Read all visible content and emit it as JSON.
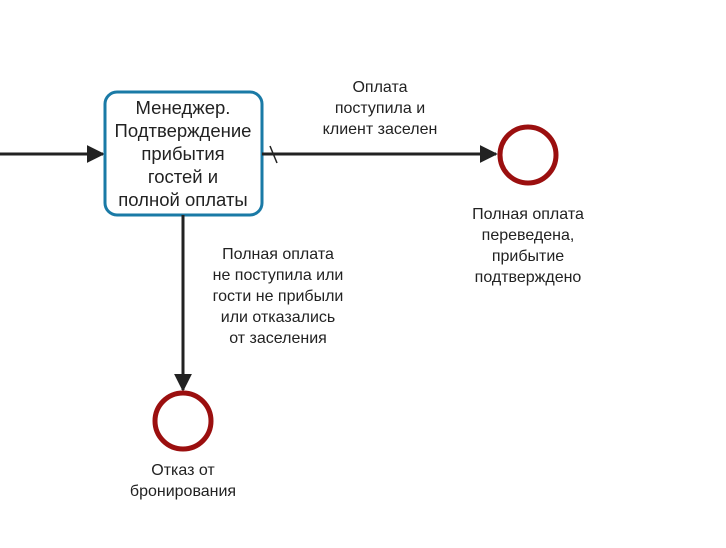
{
  "diagram": {
    "task": {
      "label": "Менеджер.\nПодтверждение\nприбытия\nгостей и\nполной оплаты"
    },
    "flows": {
      "success_label": "Оплата\nпоступила и\nклиент заселен",
      "failure_label": "Полная оплата\nне поступила или\nгости не прибыли\nили отказались\nот заселения"
    },
    "end_events": {
      "success_label": "Полная оплата\nпереведена,\nприбытие\nподтверждено",
      "cancel_label": "Отказ от\nбронирования"
    },
    "colors": {
      "task_border": "#1a7aa6",
      "end_event": "#9b0f0f",
      "arrow": "#222222"
    }
  }
}
